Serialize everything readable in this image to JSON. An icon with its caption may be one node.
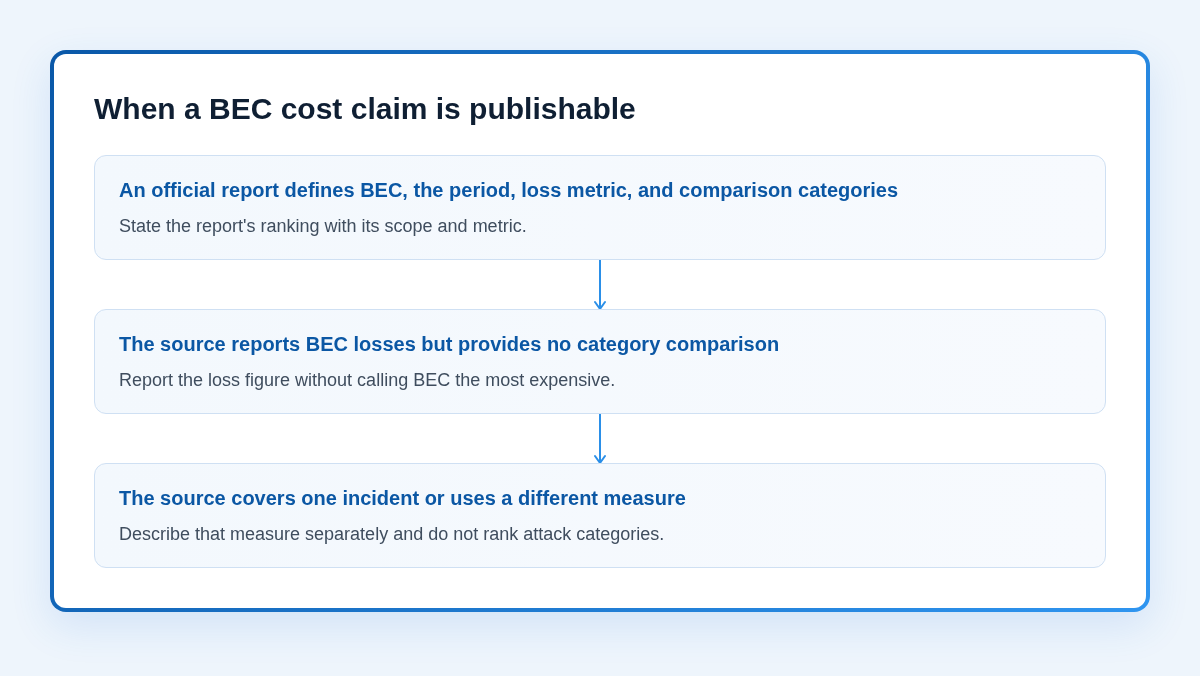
{
  "diagram": {
    "title": "When a BEC cost claim is publishable",
    "nodes": [
      {
        "text": [
          "An official report defines BEC, the period, loss metric, and comparison categories",
          "State the report's ranking with its scope and metric."
        ]
      },
      {
        "text": [
          "The source reports BEC losses but provides no category comparison",
          "Report the loss figure without calling BEC the most expensive."
        ]
      },
      {
        "text": [
          "The source covers one incident or uses a different measure",
          "Describe that measure separately and do not rank attack categories."
        ]
      }
    ],
    "edges": [
      {
        "from": 0,
        "to": 1,
        "arrow": "to"
      },
      {
        "from": 1,
        "to": 2,
        "arrow": "to"
      }
    ]
  }
}
